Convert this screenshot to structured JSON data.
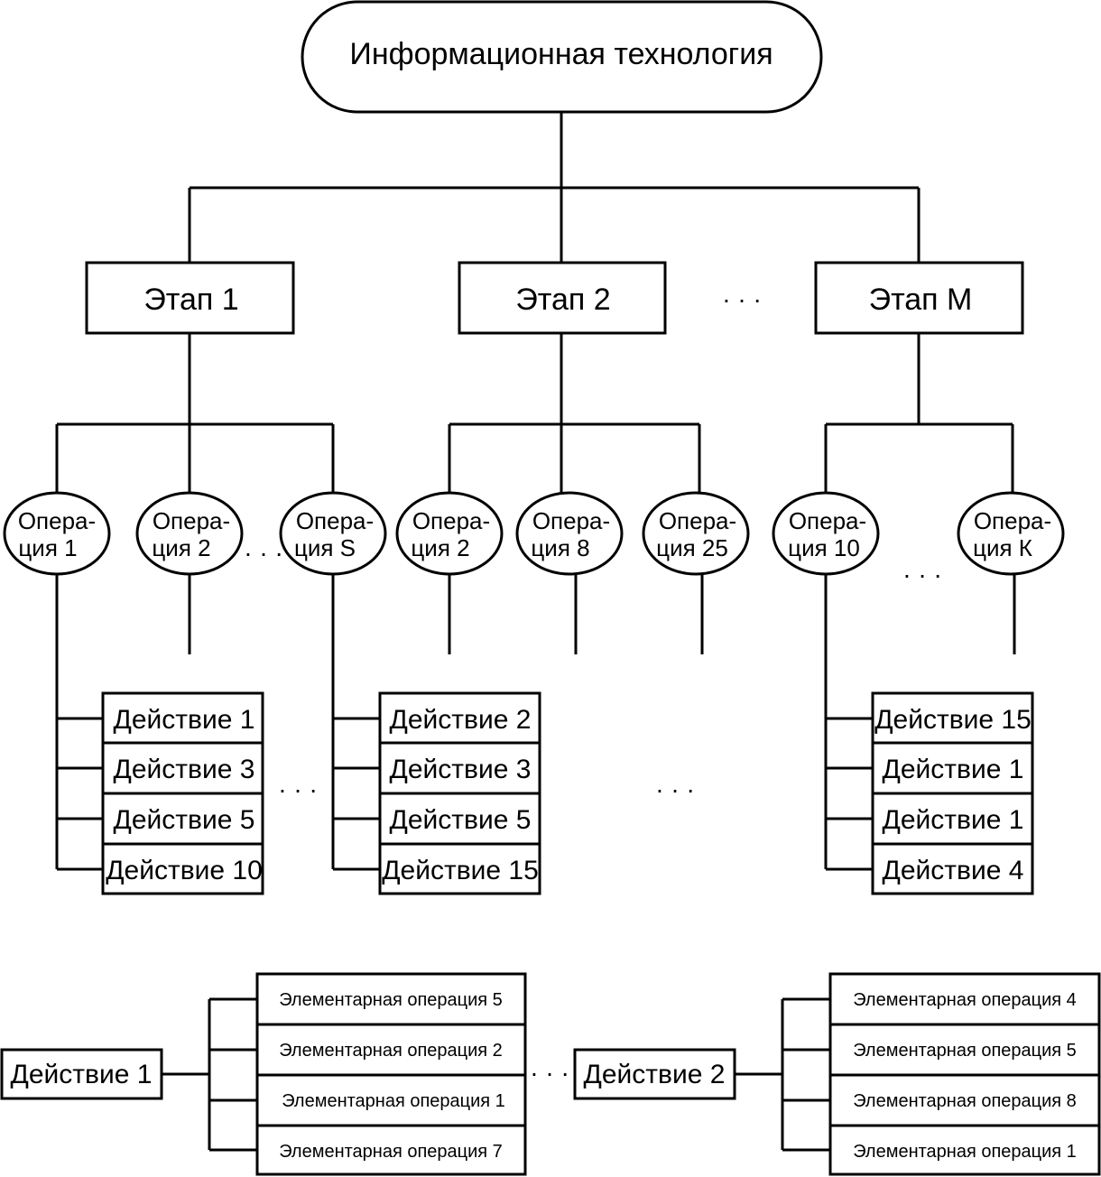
{
  "root": "Информационная технология",
  "stages": [
    "Этап 1",
    "Этап 2",
    "Этап M"
  ],
  "operations": [
    [
      "Опера-",
      "ция 1"
    ],
    [
      "Опера-",
      "ция 2"
    ],
    [
      "Опера-",
      "ция S"
    ],
    [
      "Опера-",
      "ция 2"
    ],
    [
      "Опера-",
      "ция 8"
    ],
    [
      "Опера-",
      "ция 25"
    ],
    [
      "Опера-",
      "ция 10"
    ],
    [
      "Опера-",
      "ция К"
    ]
  ],
  "action_groups": [
    [
      "Действие 1",
      "Действие 3",
      "Действие 5",
      "Действие 10"
    ],
    [
      "Действие 2",
      "Действие 3",
      "Действие 5",
      "Действие 15"
    ],
    [
      "Действие 15",
      "Действие 1",
      "Действие 1",
      "Действие 4"
    ]
  ],
  "decompositions": [
    {
      "action": "Действие 1",
      "elementary": [
        "Элементарная операция 5",
        "Элементарная операция 2",
        "Элементарная операция 1",
        "Элементарная операция 7"
      ]
    },
    {
      "action": "Действие 2",
      "elementary": [
        "Элементарная операция 4",
        "Элементарная операция 5",
        "Элементарная операция 8",
        "Элементарная операция 1"
      ]
    }
  ],
  "ellipsis": "· · ·"
}
